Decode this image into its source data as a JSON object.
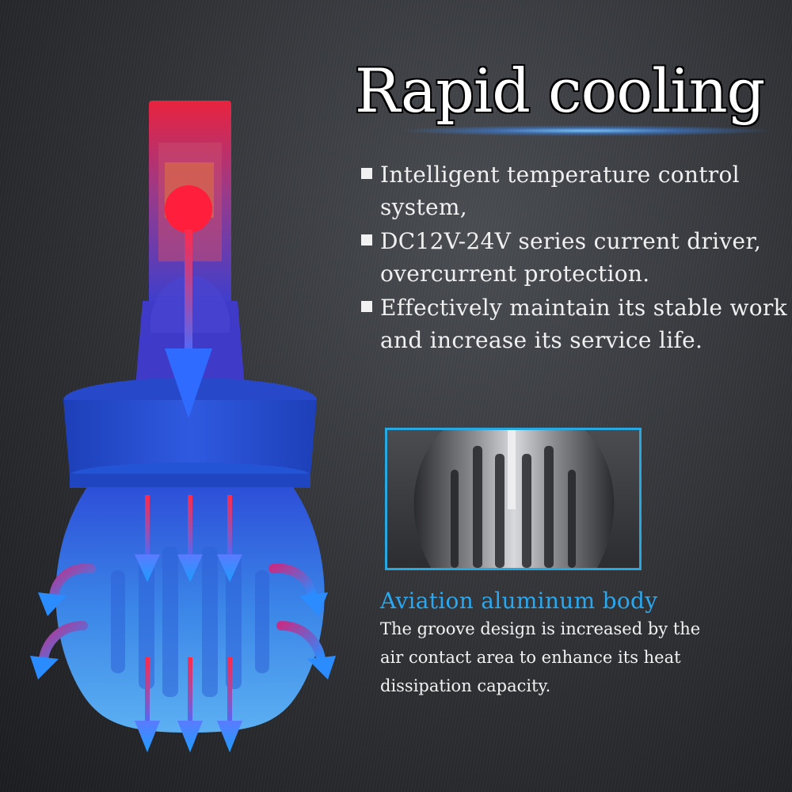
{
  "title": "Rapid cooling",
  "features": [
    "Intelligent temperature control system,",
    "DC12V-24V series current driver, overcurrent protection.",
    "Effectively maintain its stable work and increase its service life."
  ],
  "body_section": {
    "heading": "Aviation aluminum body",
    "description": "The groove design is increased by the air contact area to enhance its heat dissipation capacity."
  },
  "colors": {
    "accent_blue": "#2aa8ef",
    "hot_red": "#ff1e3c",
    "cool_blue": "#2f6bff",
    "inset_border": "#29a8e0"
  },
  "icons": [
    "square-bullet-icon",
    "heat-flow-arrow-icon",
    "airflow-arrow-icon"
  ]
}
